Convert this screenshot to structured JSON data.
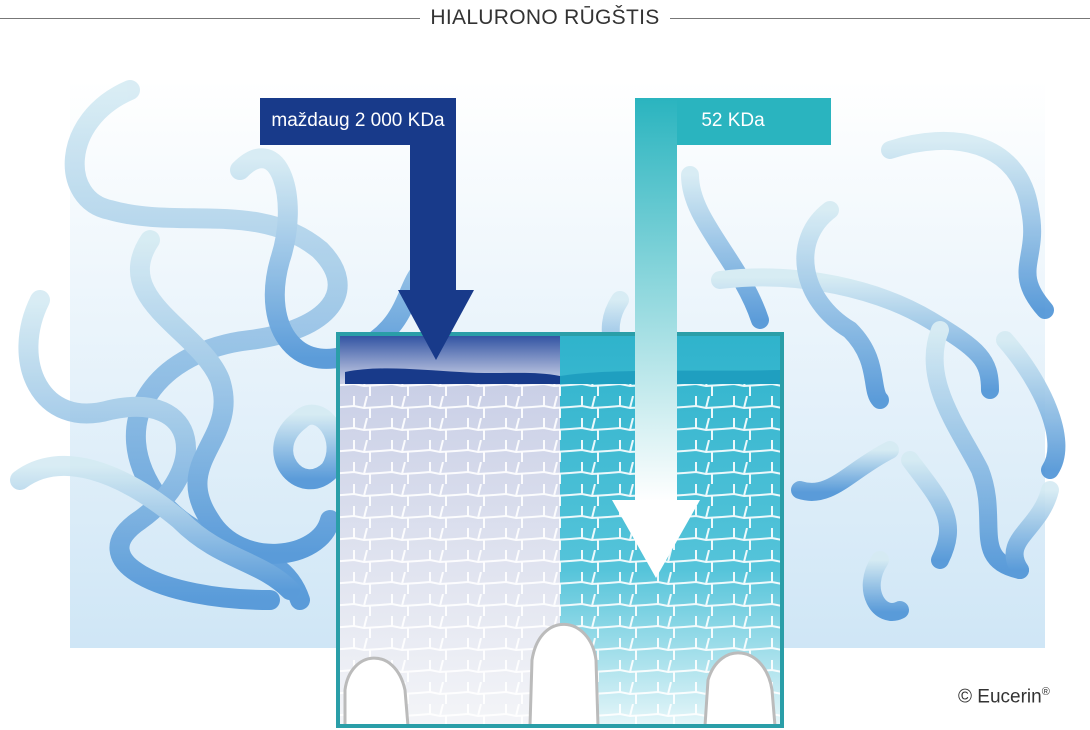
{
  "title": "HIALURONO RŪGŠTIS",
  "labels": {
    "high_molecular": "maždaug 2 000 KDa",
    "low_molecular": "52 KDa"
  },
  "copyright": {
    "symbol": "©",
    "brand": "Eucerin",
    "mark": "®"
  },
  "colors": {
    "dark_blue": "#183a8a",
    "teal": "#2ab4bf",
    "frame": "#2a9ea8"
  }
}
